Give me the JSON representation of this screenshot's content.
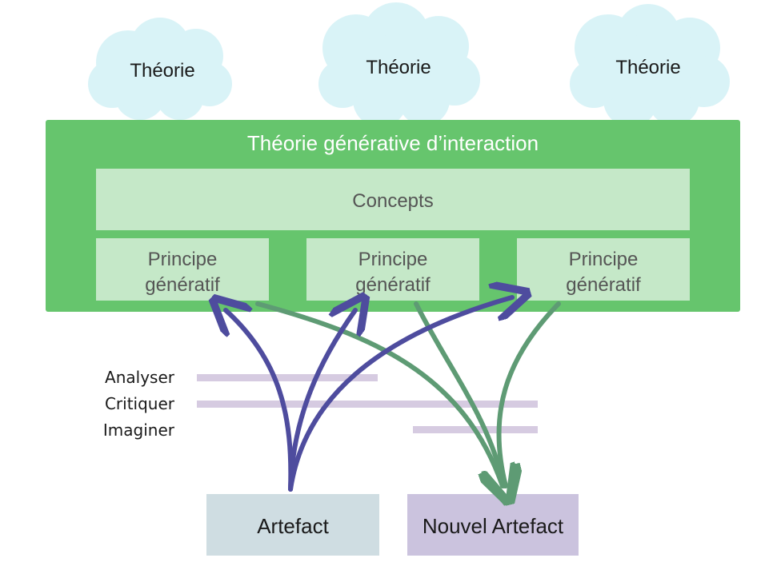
{
  "clouds": [
    {
      "label": "Théorie"
    },
    {
      "label": "Théorie"
    },
    {
      "label": "Théorie"
    }
  ],
  "generative_theory": {
    "title": "Théorie générative d’interaction",
    "concepts_label": "Concepts",
    "principles": [
      {
        "line1": "Principe",
        "line2": "génératif"
      },
      {
        "line1": "Principe",
        "line2": "génératif"
      },
      {
        "line1": "Principe",
        "line2": "génératif"
      }
    ]
  },
  "activities": [
    {
      "label": "Analyser"
    },
    {
      "label": "Critiquer"
    },
    {
      "label": "Imaginer"
    }
  ],
  "artefacts": {
    "artefact_label": "Artefact",
    "new_artefact_label": "Nouvel Artefact"
  },
  "colors": {
    "cloud": "#d9f3f7",
    "green_frame": "#66c56d",
    "light_green": "#c5e8c8",
    "activity_bar": "#d6cbe1",
    "artefact_box": "#cfdde2",
    "new_artefact_box": "#cbc3de",
    "purple_arrow": "#4e4c9e",
    "green_arrow": "#5e9b74"
  }
}
